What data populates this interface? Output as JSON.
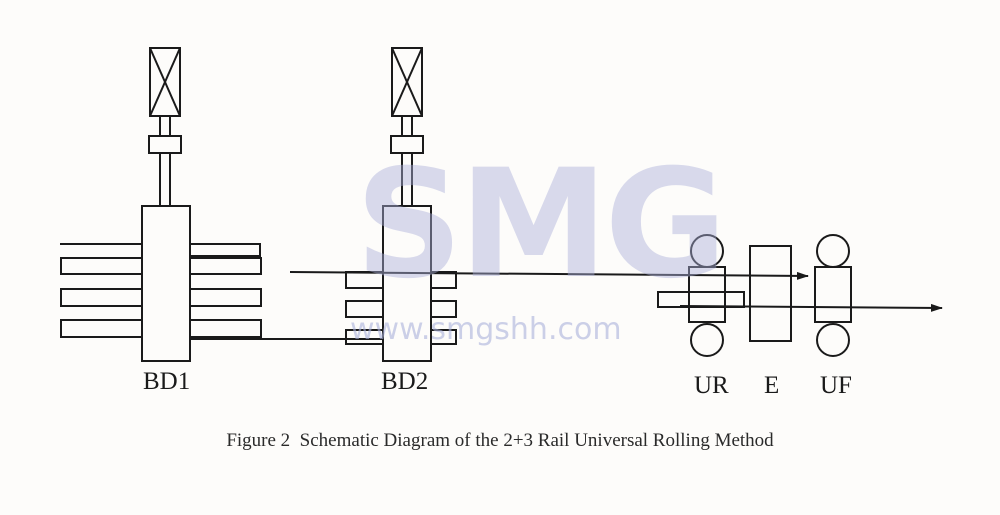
{
  "stands": [
    {
      "label": "BD1"
    },
    {
      "label": "BD2"
    },
    {
      "label": "UR"
    },
    {
      "label": "E"
    },
    {
      "label": "UF"
    }
  ],
  "caption": "Figure 2  Schematic Diagram of the 2+3 Rail Universal Rolling Method",
  "watermark": {
    "logo": "SMG",
    "url": "www.smgshh.com"
  },
  "colors": {
    "ink": "#1a1a1a",
    "watermark": "#aab0da"
  }
}
